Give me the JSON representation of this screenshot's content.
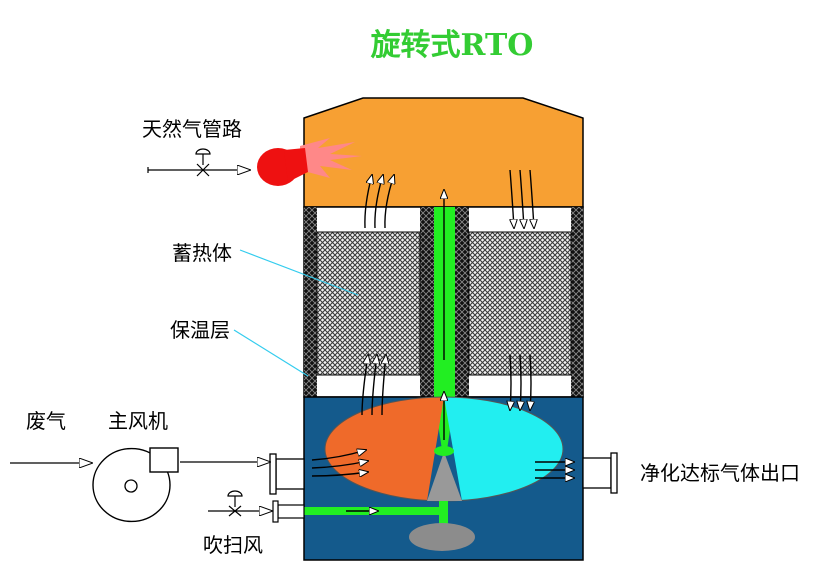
{
  "title": "旋转式RTO",
  "labels": {
    "gas_pipe": "天然气管路",
    "heat_storage": "蓄热体",
    "insulation": "保温层",
    "waste_gas": "废气",
    "main_fan": "主风机",
    "outlet": "净化达标气体出口",
    "purge_air": "吹扫风"
  },
  "colors": {
    "title": "#33cc33",
    "combustion_chamber": "#f7a033",
    "lower_chamber": "#145a8c",
    "media_fill": "#4a4a4a",
    "insulation": "#1a1a1a",
    "center_tube": "#22ee22",
    "rotor_inlet": "#ef6a2a",
    "rotor_outlet": "#22eef0",
    "rotor_gap": "#999999",
    "burner": "#ee1111",
    "flame": "#ff8888",
    "leader_line": "#33ccee"
  },
  "icons": [
    "burner-icon",
    "flame-icon",
    "valve-icon",
    "fan-icon",
    "arrow-icon"
  ]
}
